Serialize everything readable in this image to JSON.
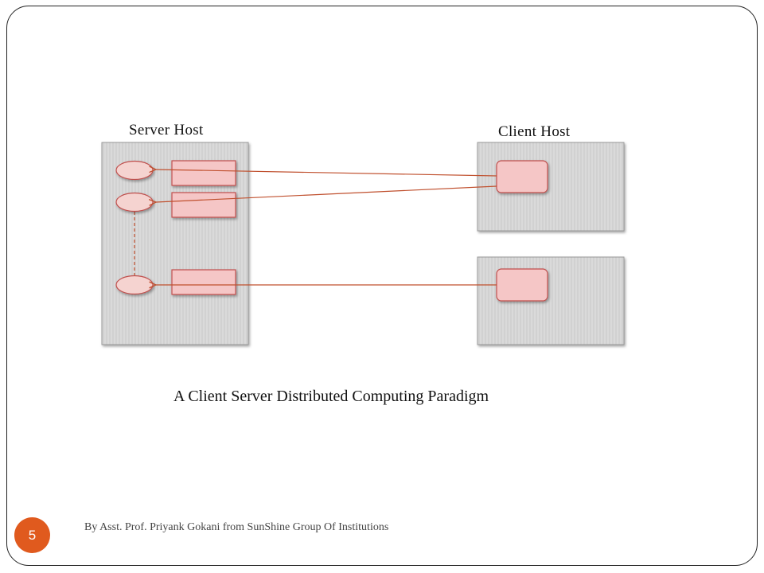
{
  "diagram": {
    "server_label": "Server Host",
    "client_label": "Client Host",
    "caption": "A Client Server Distributed Computing Paradigm"
  },
  "footer": {
    "credit": "By Asst. Prof. Priyank Gokani from SunShine Group Of Institutions",
    "page_number": "5"
  },
  "colors": {
    "arrow": "#c0502e",
    "host_fill": "#d9d9d9",
    "process_fill": "#f5c6c6",
    "process_stroke": "#c0504d",
    "badge": "#e05a1e"
  }
}
